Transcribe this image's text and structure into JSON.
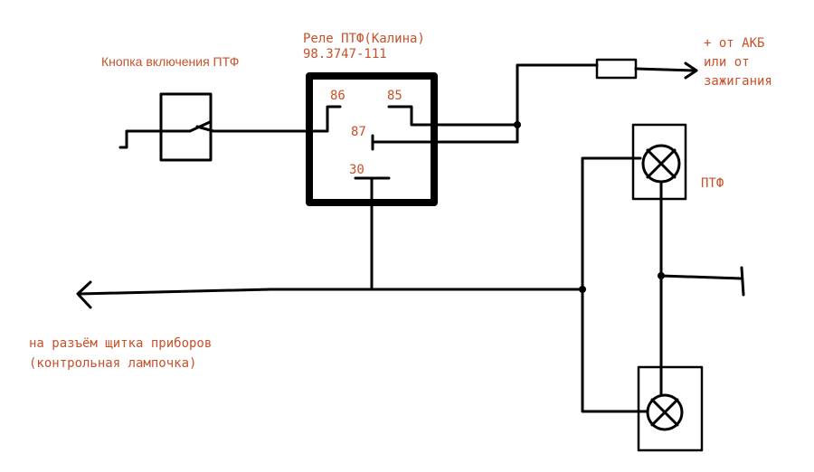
{
  "labels": {
    "button_title": "Кнопка включения ПТФ",
    "relay_title_line1": "Реле ПТФ(Калина)",
    "relay_title_line2": "98.3747-111",
    "power_line1": "+ от АКБ",
    "power_line2": "или от",
    "power_line3": "зажигания",
    "fog_lights": "ПТФ",
    "dash_line1": "на разъём щитка приборов",
    "dash_line2": "(контрольная лампочка)"
  },
  "relay_pins": {
    "pin86": "86",
    "pin85": "85",
    "pin87": "87",
    "pin30": "30"
  },
  "colors": {
    "text": "#c8502a",
    "wire": "#000000",
    "background": "#ffffff"
  }
}
